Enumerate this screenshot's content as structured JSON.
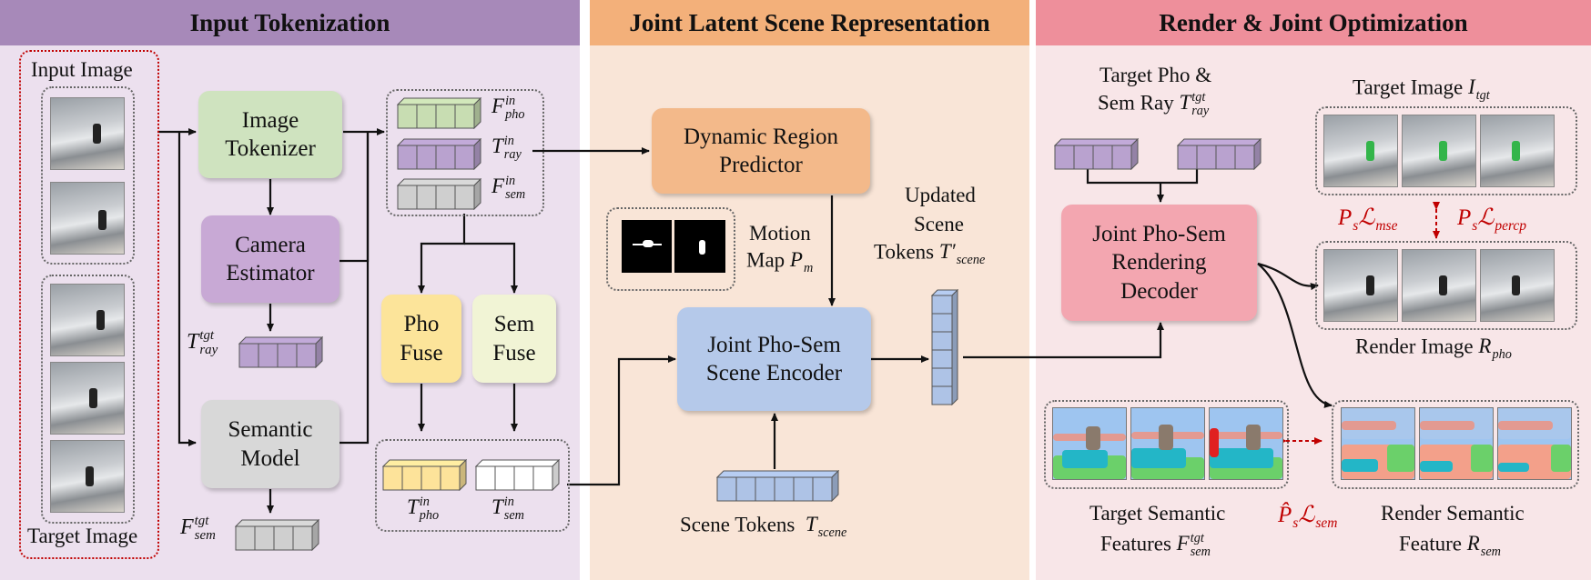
{
  "panels": {
    "input": {
      "title": "Input Tokenization",
      "bg": "#ece0ee",
      "head": "#a789b9"
    },
    "latent": {
      "title": "Joint Latent Scene Representation",
      "bg": "#f9e5d7",
      "head": "#f3b07a"
    },
    "render": {
      "title": "Render & Joint Optimization",
      "bg": "#f8e6e8",
      "head": "#ee8f9b"
    }
  },
  "labels": {
    "input_image": "Input Image",
    "target_image": "Target Image",
    "image_tokenizer": "Image\nTokenizer",
    "camera_estimator": "Camera\nEstimator",
    "semantic_model": "Semantic\nModel",
    "pho_fuse": "Pho\nFuse",
    "sem_fuse": "Sem\nFuse",
    "dynamic_region_predictor": "Dynamic Region\nPredictor",
    "motion_map_1": "Motion",
    "motion_map_2": "Map",
    "joint_encoder": "Joint Pho-Sem\nScene Encoder",
    "updated_1": "Updated",
    "updated_2": "Scene",
    "updated_3": "Tokens",
    "scene_tokens": "Scene Tokens",
    "target_pho_1": "Target Pho &",
    "target_pho_2": "Sem Ray",
    "joint_decoder": "Joint Pho-Sem\nRendering\nDecoder",
    "target_image_label": "Target Image",
    "render_image_label": "Render Image",
    "target_sem_1": "Target Semantic",
    "target_sem_2": "Features",
    "render_sem_1": "Render Semantic",
    "render_sem_2": "Feature"
  },
  "math": {
    "F_pho_in": {
      "base": "F",
      "sup": "in",
      "sub": "pho"
    },
    "T_ray_in": {
      "base": "T",
      "sup": "in",
      "sub": "ray"
    },
    "F_sem_in": {
      "base": "F",
      "sup": "in",
      "sub": "sem"
    },
    "T_ray_tgt": {
      "base": "T",
      "sup": "tgt",
      "sub": "ray"
    },
    "F_sem_tgt": {
      "base": "F",
      "sup": "tgt",
      "sub": "sem"
    },
    "T_pho_in": {
      "base": "T",
      "sup": "in",
      "sub": "pho"
    },
    "T_sem_in": {
      "base": "T",
      "sup": "in",
      "sub": "sem"
    },
    "P_m": {
      "base": "P",
      "sub": "m"
    },
    "T_scene_prime": {
      "base": "T′",
      "sub": "scene"
    },
    "T_scene": {
      "base": "T",
      "sub": "scene"
    },
    "T_ray_tgt_r": {
      "base": "T",
      "sup": "tgt",
      "sub": "ray"
    },
    "I_tgt": {
      "base": "I",
      "sub": "tgt"
    },
    "R_pho": {
      "base": "R",
      "sub": "pho"
    },
    "F_sem_tgt_r": {
      "base": "F",
      "sup": "tgt",
      "sub": "sem"
    },
    "R_sem": {
      "base": "R",
      "sub": "sem"
    },
    "loss_mse": {
      "pre": "P",
      "pre_sub": "s",
      "base": "ℒ",
      "sub": "mse"
    },
    "loss_percp": {
      "pre": "P",
      "pre_sub": "s",
      "base": "ℒ",
      "sub": "percp"
    },
    "loss_sem": {
      "pre": "P̂",
      "pre_sub": "s",
      "base": "ℒ",
      "sub": "sem"
    }
  },
  "colors": {
    "tokenizer": "#cfe3bf",
    "camera": "#c8a9d5",
    "semantic": "#d8d8d8",
    "pho_fuse": "#fce49a",
    "sem_fuse": "#f1f4d5",
    "dynamic": "#f3b98a",
    "encoder": "#b5c9ea",
    "decoder": "#f3a6b0",
    "token_green": "#c8ddb2",
    "token_purple": "#b9a2cf",
    "token_gray": "#cfcfcf",
    "token_yellow": "#fde39a",
    "token_white": "#ffffff",
    "token_blue": "#aec3e6",
    "loss_red": "#c00000"
  }
}
